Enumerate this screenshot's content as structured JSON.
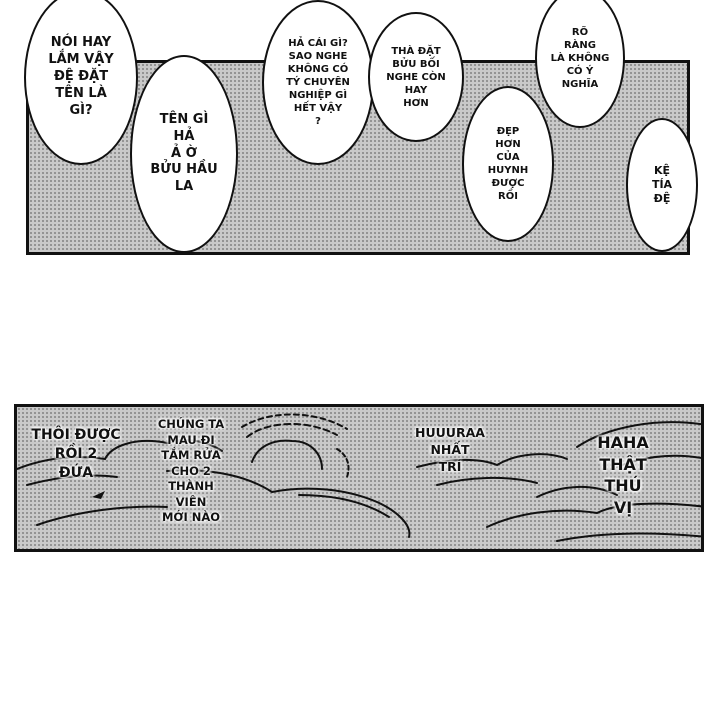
{
  "panel_top": {
    "bubbles": [
      "NÓI HAY\nLẮM VẬY\nĐỆ ĐẶT\nTÊN LÀ\nGÌ?",
      "TÊN GÌ\nHẢ\nẢ Ờ\nBỬU HẦU\nLA",
      "HẢ CÁI GÌ?\nSAO NGHE\nKHÔNG CÓ\nTÝ CHUYÊN\nNGHIỆP GÌ\nHẾT VẬY\n?",
      "THÀ ĐẶT\nBỬU BỐI\nNGHE CÒN\nHAY\nHƠN",
      "RÕ\nRÀNG\nLÀ KHÔNG\nCÓ Ý\nNGHĨA",
      "ĐẸP\nHƠN\nCỦA\nHUYNH\nĐƯỢC\nRỒI",
      "KỆ\nTÍA\nĐỆ"
    ]
  },
  "panel_bottom": {
    "texts": [
      "THÔI ĐƯỢC\nRỒI 2\nĐỨA",
      "CHÚNG TA\nMAU ĐI\nTẮM RỬA\nCHO 2\nTHÀNH\nVIÊN\nMỚI NÀO",
      "HUUURAA\nNHẤT\nTRÍ",
      "HAHA\nTHẬT\nTHÚ\nVỊ"
    ]
  }
}
